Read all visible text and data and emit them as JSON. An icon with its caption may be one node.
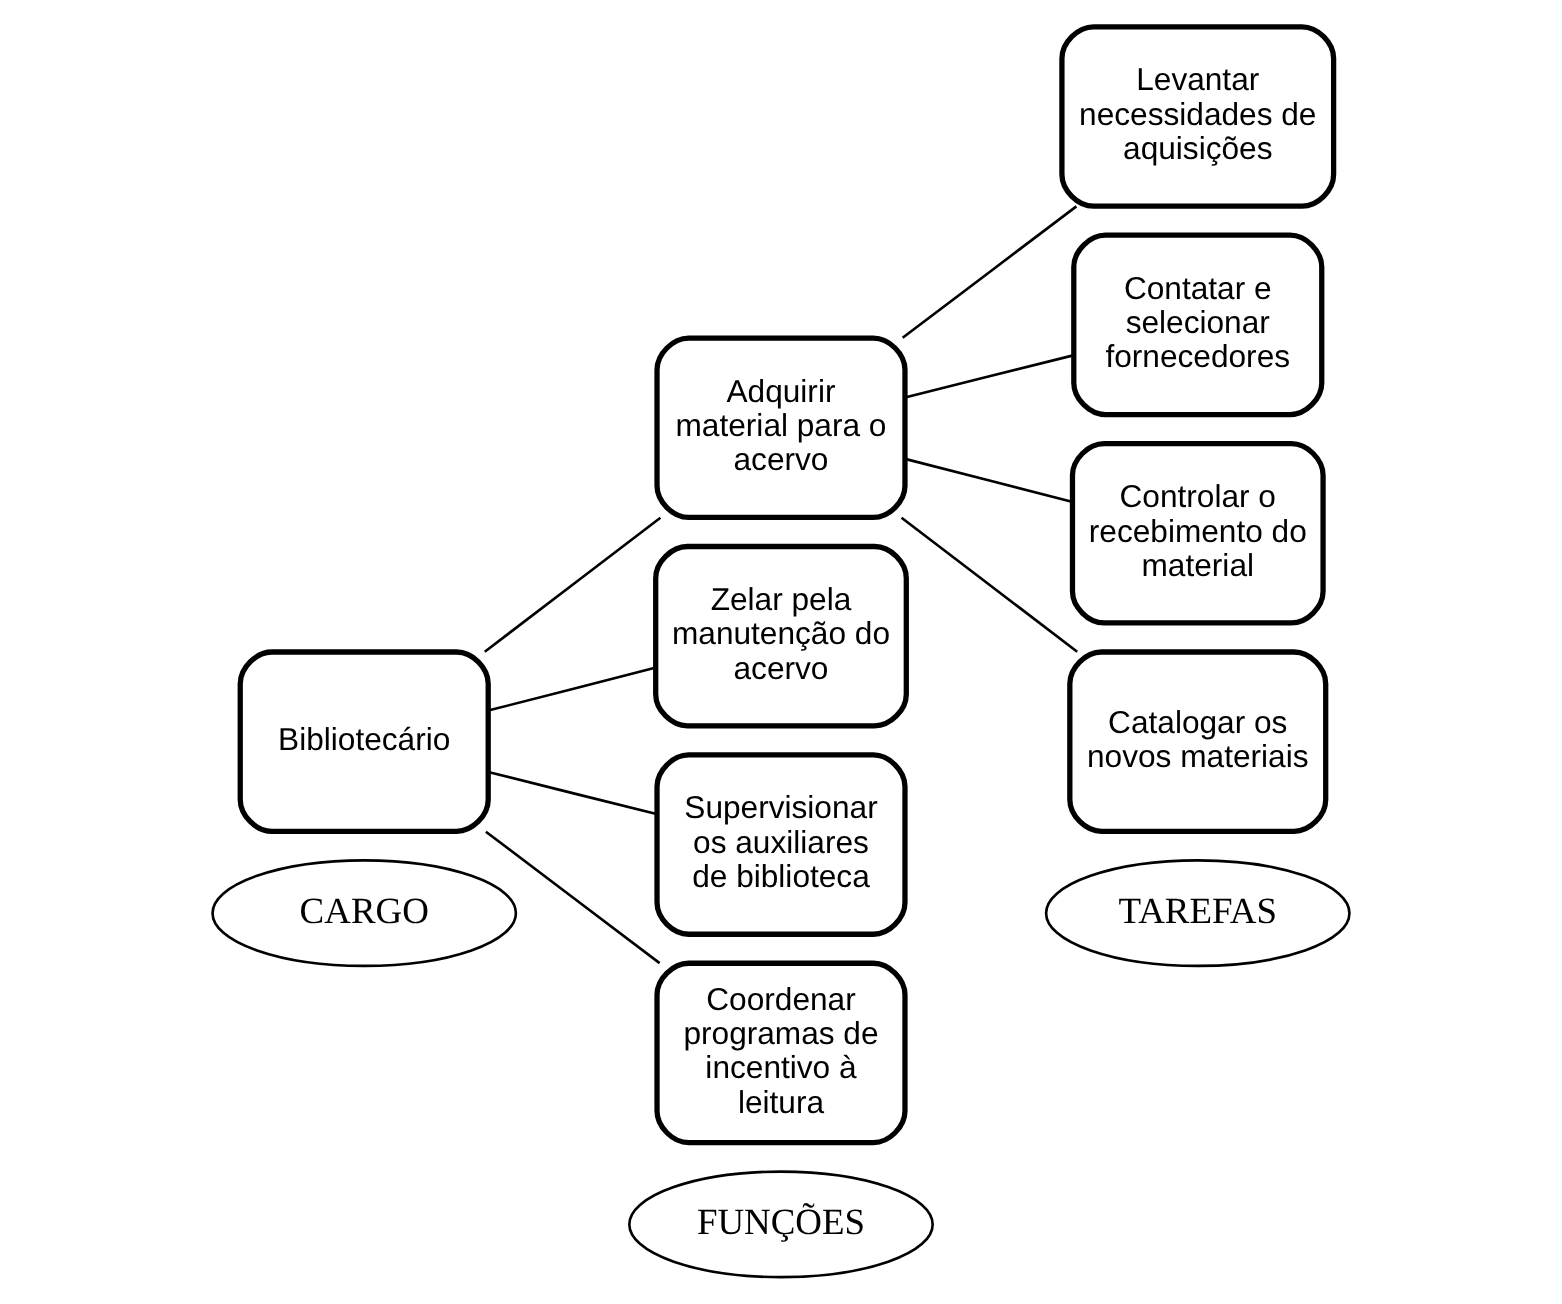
{
  "diagram": {
    "nodes": [
      {
        "text": [
          "CARGO"
        ]
      },
      {
        "text": [
          "FUNÇÕES"
        ]
      },
      {
        "text": [
          "TAREFAS"
        ]
      },
      {
        "text": [
          "Bibliotecário"
        ]
      },
      {
        "text": [
          "Adquirir material para o acervo"
        ]
      },
      {
        "text": [
          "Zelar pela manutenção do acervo"
        ]
      },
      {
        "text": [
          "Supervisionar os auxiliares de biblioteca"
        ]
      },
      {
        "text": [
          "Coordenar programas de incentivo à leitura"
        ]
      },
      {
        "text": [
          "Levantar necessidades de aquisições"
        ]
      },
      {
        "text": [
          "Contatar e selecionar fornecedores"
        ]
      },
      {
        "text": [
          "Controlar o recebimento do material"
        ]
      },
      {
        "text": [
          "Catalogar os novos materiais"
        ]
      }
    ],
    "edges": [
      {
        "from": 3,
        "to": 4,
        "arrow": "none"
      },
      {
        "from": 3,
        "to": 5,
        "arrow": "none"
      },
      {
        "from": 3,
        "to": 6,
        "arrow": "none"
      },
      {
        "from": 3,
        "to": 7,
        "arrow": "none"
      },
      {
        "from": 4,
        "to": 8,
        "arrow": "none"
      },
      {
        "from": 4,
        "to": 9,
        "arrow": "none"
      },
      {
        "from": 4,
        "to": 10,
        "arrow": "none"
      },
      {
        "from": 4,
        "to": 11,
        "arrow": "none"
      }
    ]
  }
}
